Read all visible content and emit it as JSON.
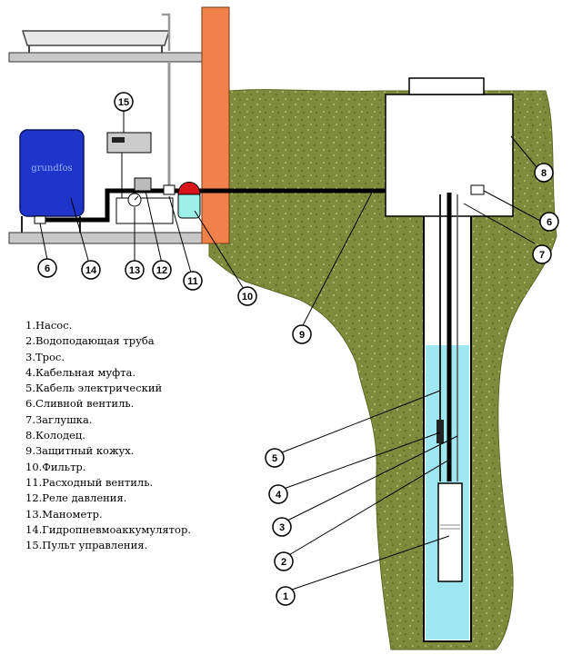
{
  "legend": [
    "1.Насос.",
    "2.Водоподающая труба",
    "3.Трос.",
    "4.Кабельная муфта.",
    "5.Кабель электрический",
    "6.Сливной вентиль.",
    "7.Заглушка.",
    "8.Колодец.",
    "9.Защитный кожух.",
    "10.Фильтр.",
    "11.Расходный вентиль.",
    "12.Реле давления.",
    "13.Манометр.",
    "14.Гидропневмоаккумулятор.",
    "15.Пульт управления."
  ],
  "tank_brand": "grundfos",
  "callouts": [
    {
      "id": "c15",
      "label": "15"
    },
    {
      "id": "c14",
      "label": "14"
    },
    {
      "id": "c13",
      "label": "13"
    },
    {
      "id": "c12",
      "label": "12"
    },
    {
      "id": "c11",
      "label": "11"
    },
    {
      "id": "c10",
      "label": "10"
    },
    {
      "id": "c6a",
      "label": "6"
    },
    {
      "id": "c9",
      "label": "9"
    },
    {
      "id": "c8",
      "label": "8"
    },
    {
      "id": "c6b",
      "label": "6"
    },
    {
      "id": "c7",
      "label": "7"
    },
    {
      "id": "c5",
      "label": "5"
    },
    {
      "id": "c4",
      "label": "4"
    },
    {
      "id": "c3",
      "label": "3"
    },
    {
      "id": "c2",
      "label": "2"
    },
    {
      "id": "c1",
      "label": "1"
    }
  ],
  "colors": {
    "soil": "#7e8a3c",
    "water": "#9fe7f0",
    "tank": "#1f35c9",
    "wall": "#f0814a",
    "filter_cap": "#d8131b",
    "filter_body": "#9cf0e8"
  }
}
